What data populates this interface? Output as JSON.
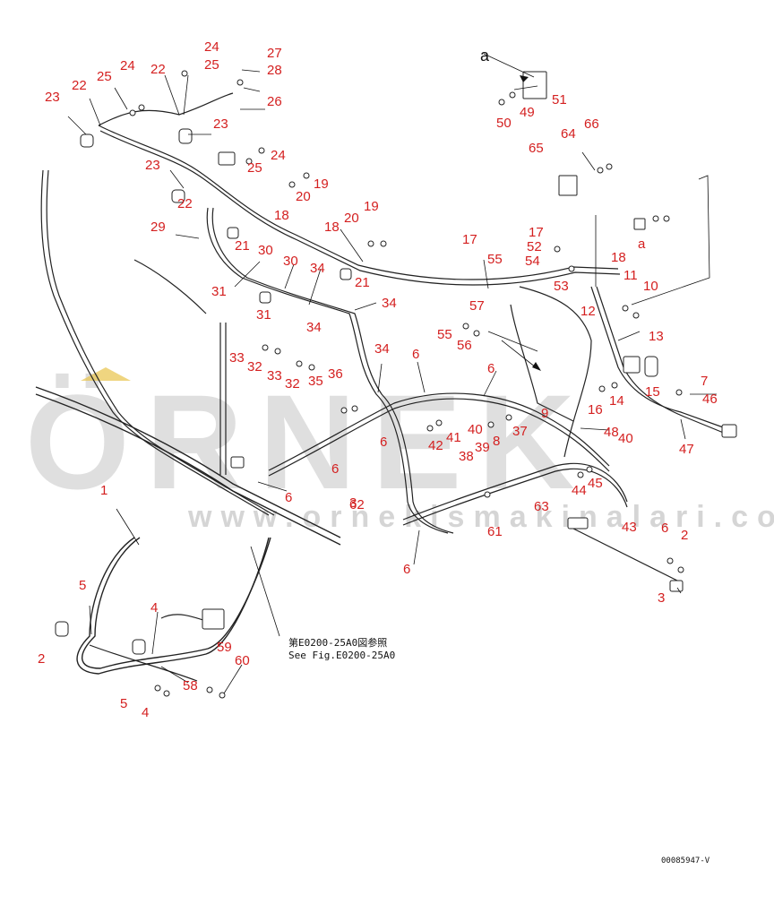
{
  "diagram": {
    "view_marker": "a",
    "reference_jp": "第E0200-25A0図参照",
    "reference_en": "See Fig.E0200-25A0",
    "drawing_code": "00085947-V",
    "colors": {
      "callout": "#d42020",
      "line": "#222222",
      "watermark": "#b9b9b9"
    }
  },
  "watermark": {
    "brand": "ÖRNEK",
    "url": "www.ornekismakinalari.com.tr"
  },
  "callouts": [
    "24",
    "25",
    "22",
    "27",
    "28",
    "25",
    "24",
    "22",
    "26",
    "23",
    "23",
    "23",
    "22",
    "25",
    "24",
    "20",
    "19",
    "18",
    "29",
    "21",
    "19",
    "20",
    "18",
    "21",
    "17",
    "30",
    "30",
    "34",
    "31",
    "31",
    "34",
    "34",
    "33",
    "32",
    "33",
    "32",
    "35",
    "36",
    "34",
    "6",
    "6",
    "6",
    "6",
    "1",
    "6",
    "6",
    "62",
    "63",
    "61",
    "55",
    "56",
    "57",
    "55",
    "17",
    "52",
    "54",
    "53",
    "18",
    "11",
    "10",
    "12",
    "13",
    "15",
    "16",
    "14",
    "7",
    "46",
    "47",
    "48",
    "9",
    "8",
    "37",
    "39",
    "38",
    "40",
    "41",
    "42",
    "40",
    "44",
    "45",
    "43",
    "6",
    "2",
    "3",
    "3",
    "5",
    "4",
    "2",
    "5",
    "4",
    "58",
    "59",
    "60",
    "51",
    "50",
    "49",
    "64",
    "66",
    "65",
    "a"
  ]
}
